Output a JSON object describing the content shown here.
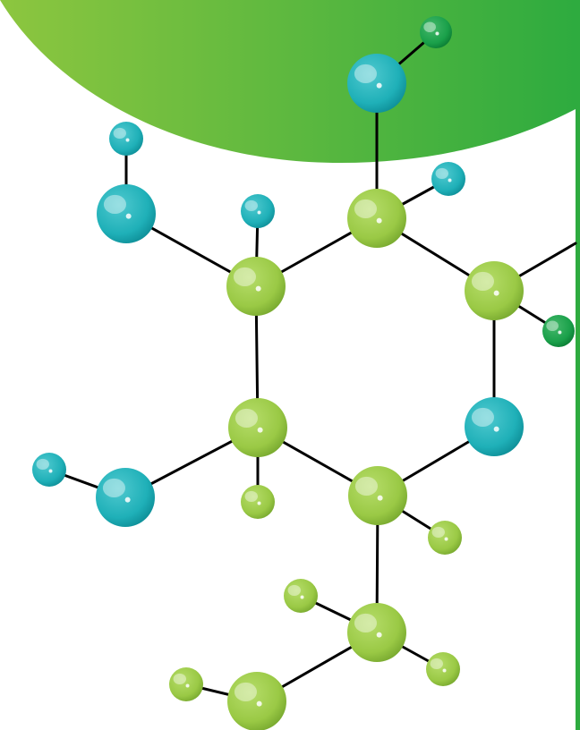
{
  "colors": {
    "background": "#ffffff",
    "banner_gradient_start": "#8dc63f",
    "banner_gradient_end": "#2eab3f",
    "right_edge_stripe": "#2eab3f",
    "bond_line": "#000000",
    "atom_lime": "#9ac945",
    "atom_lime_dark": "#78a92f",
    "atom_teal": "#1fb0b8",
    "atom_teal_dark": "#0e8f98",
    "atom_green": "#1aa04a",
    "atom_green_dark": "#0b7d34",
    "atom_highlight": "#ffffff"
  },
  "artwork": {
    "subject": "molecule-illustration",
    "atom_types": [
      "lime",
      "teal",
      "green"
    ]
  }
}
